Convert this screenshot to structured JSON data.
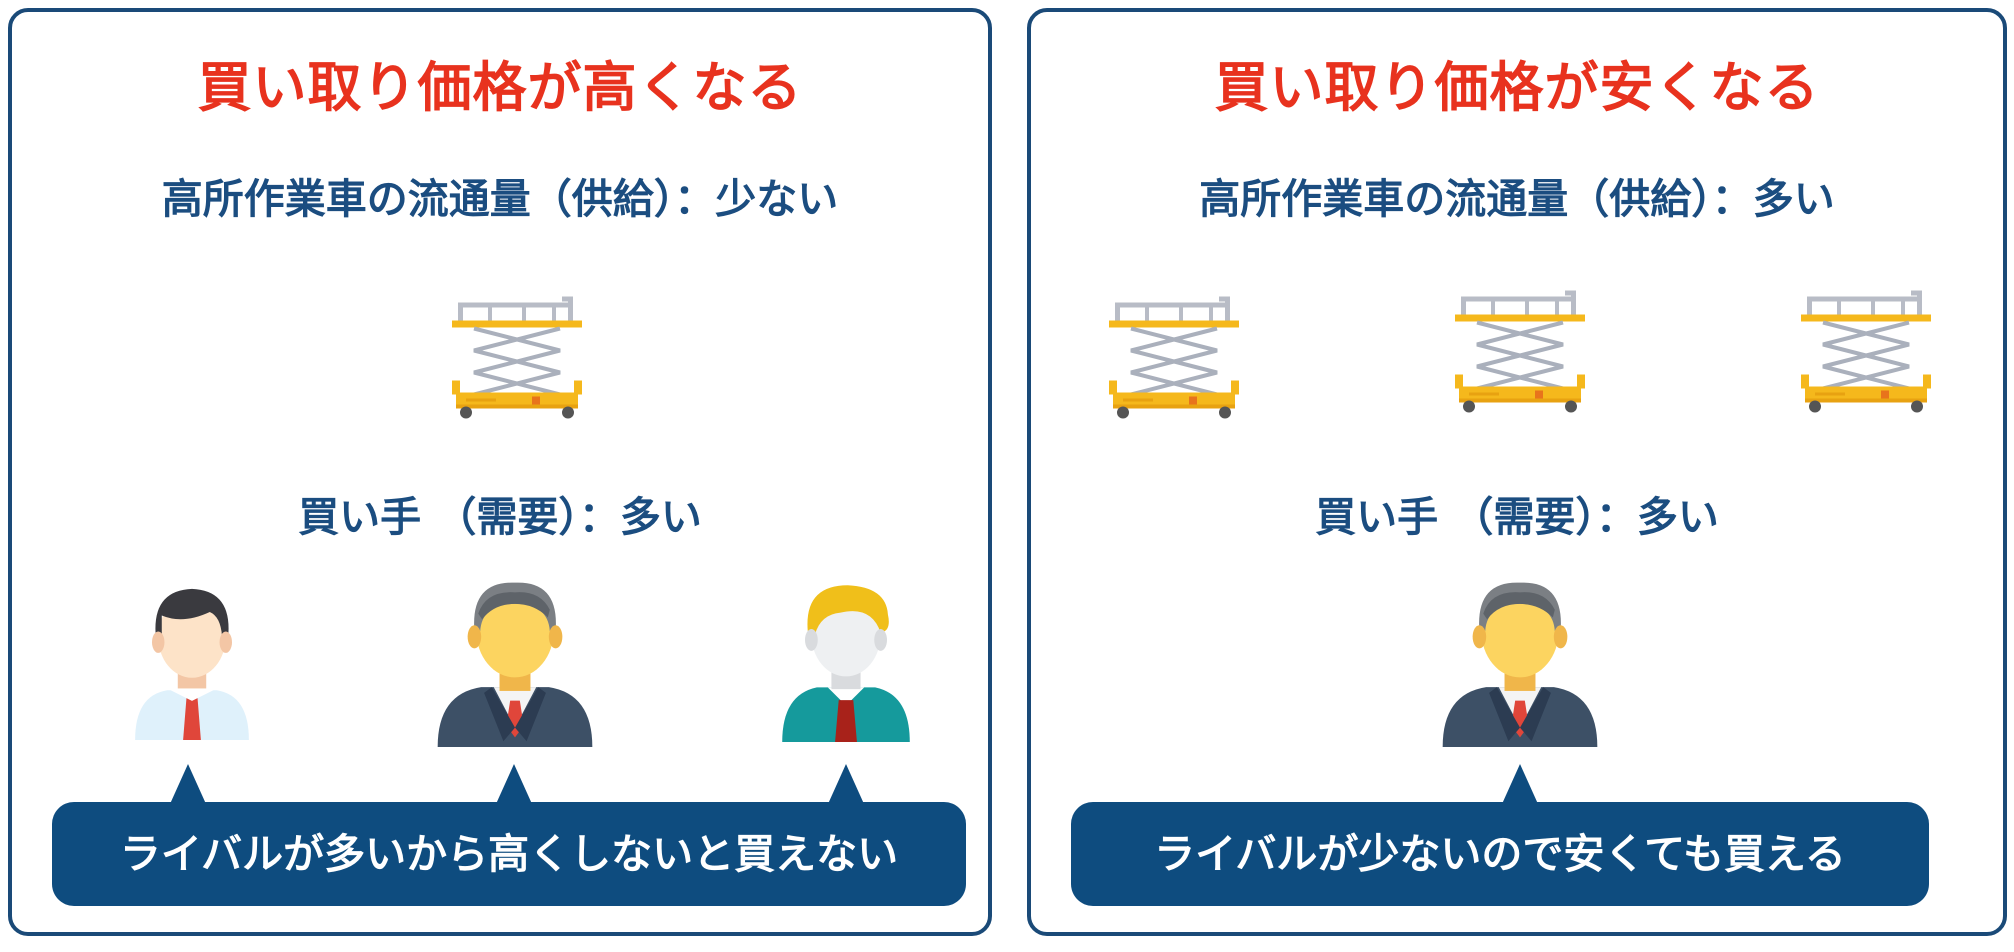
{
  "left_panel": {
    "title": "買い取り価格が高くなる",
    "supply_label": "高所作業車の流通量（供給）：少ない",
    "demand_label": "買い手 （需要）：多い",
    "bubble_text": "ライバルが多いから高くしないと買えない",
    "lift_count": 1,
    "buyer_count": 3
  },
  "right_panel": {
    "title": "買い取り価格が安くなる",
    "supply_label": "高所作業車の流通量（供給）：多い",
    "demand_label": "買い手 （需要）：多い",
    "bubble_text": "ライバルが少ないので安くても買える",
    "lift_count": 3,
    "buyer_count": 1
  },
  "colors": {
    "title_red": "#e8321e",
    "heading_navy": "#1b4d80",
    "bubble_navy": "#0e4c7f",
    "border_navy": "#1a4a78",
    "lift_yellow": "#f5b81c"
  },
  "icons": {
    "lift": "scissor-lift-icon",
    "buyer": "businessman-avatar-icon"
  }
}
